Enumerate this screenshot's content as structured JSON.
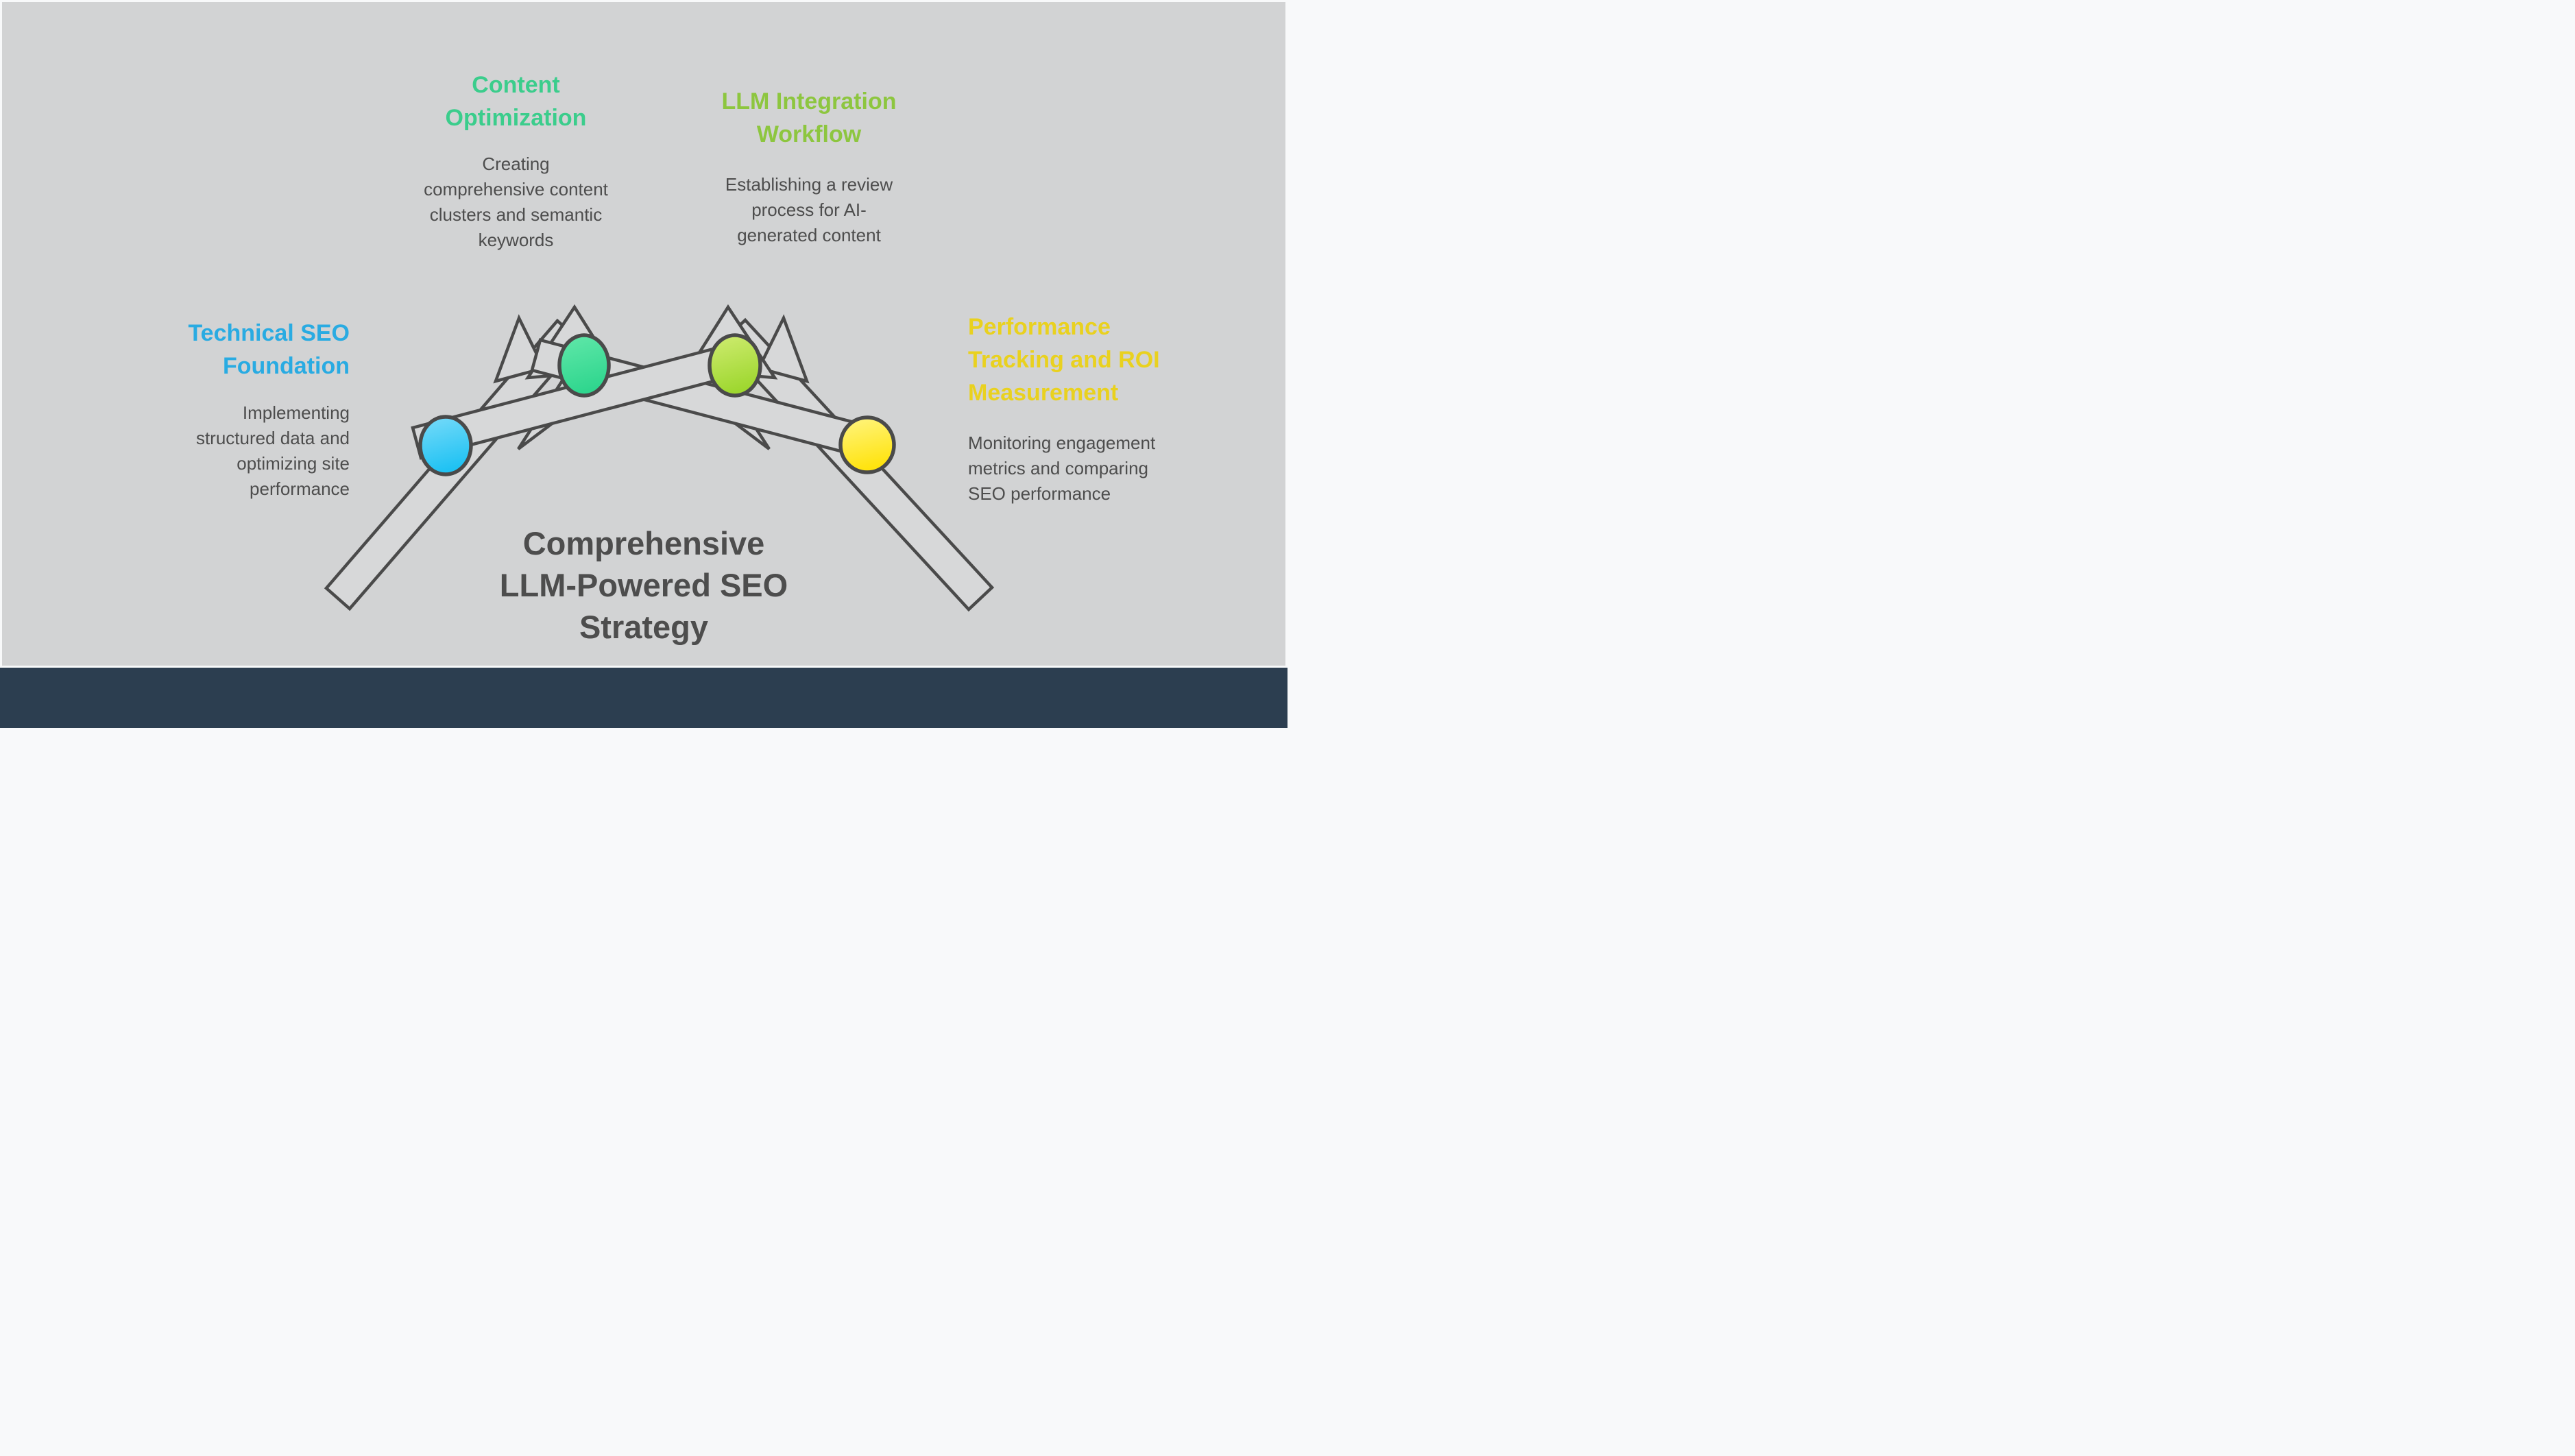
{
  "title": {
    "text": "Comprehensive\nLLM-Powered SEO\nStrategy",
    "color": "#4d4d4d"
  },
  "colors": {
    "frame": "#f8f9fa",
    "canvas_background": "#d2d3d4",
    "footer_bar": "#2c3e50",
    "ribbon_fill": "#d7d8d9",
    "ribbon_stroke": "#4a4a4a",
    "body_text": "#4d4d4d"
  },
  "branches": [
    {
      "id": "technical-seo",
      "heading": "Technical SEO\nFoundation",
      "description": "Implementing\nstructured data and\noptimizing site\nperformance",
      "accent_color": "#29abe2",
      "node_color_top": "#79dbf9",
      "node_color_bottom": "#1fc2f3"
    },
    {
      "id": "content-optimization",
      "heading": "Content\nOptimization",
      "description": "Creating\ncomprehensive content\nclusters and semantic\nkeywords",
      "accent_color": "#3bcd8c",
      "node_color_top": "#62e8aa",
      "node_color_bottom": "#2fd68e"
    },
    {
      "id": "llm-integration",
      "heading": "LLM Integration\nWorkflow",
      "description": "Establishing a review\nprocess for AI-\ngenerated content",
      "accent_color": "#8dc63f",
      "node_color_top": "#d0ec72",
      "node_color_bottom": "#9ed72f"
    },
    {
      "id": "performance-tracking",
      "heading": "Performance\nTracking and ROI\nMeasurement",
      "description": "Monitoring engagement\nmetrics and comparing\nSEO performance",
      "accent_color": "#e9d11f",
      "node_color_top": "#fff583",
      "node_color_bottom": "#ffe30e"
    }
  ]
}
